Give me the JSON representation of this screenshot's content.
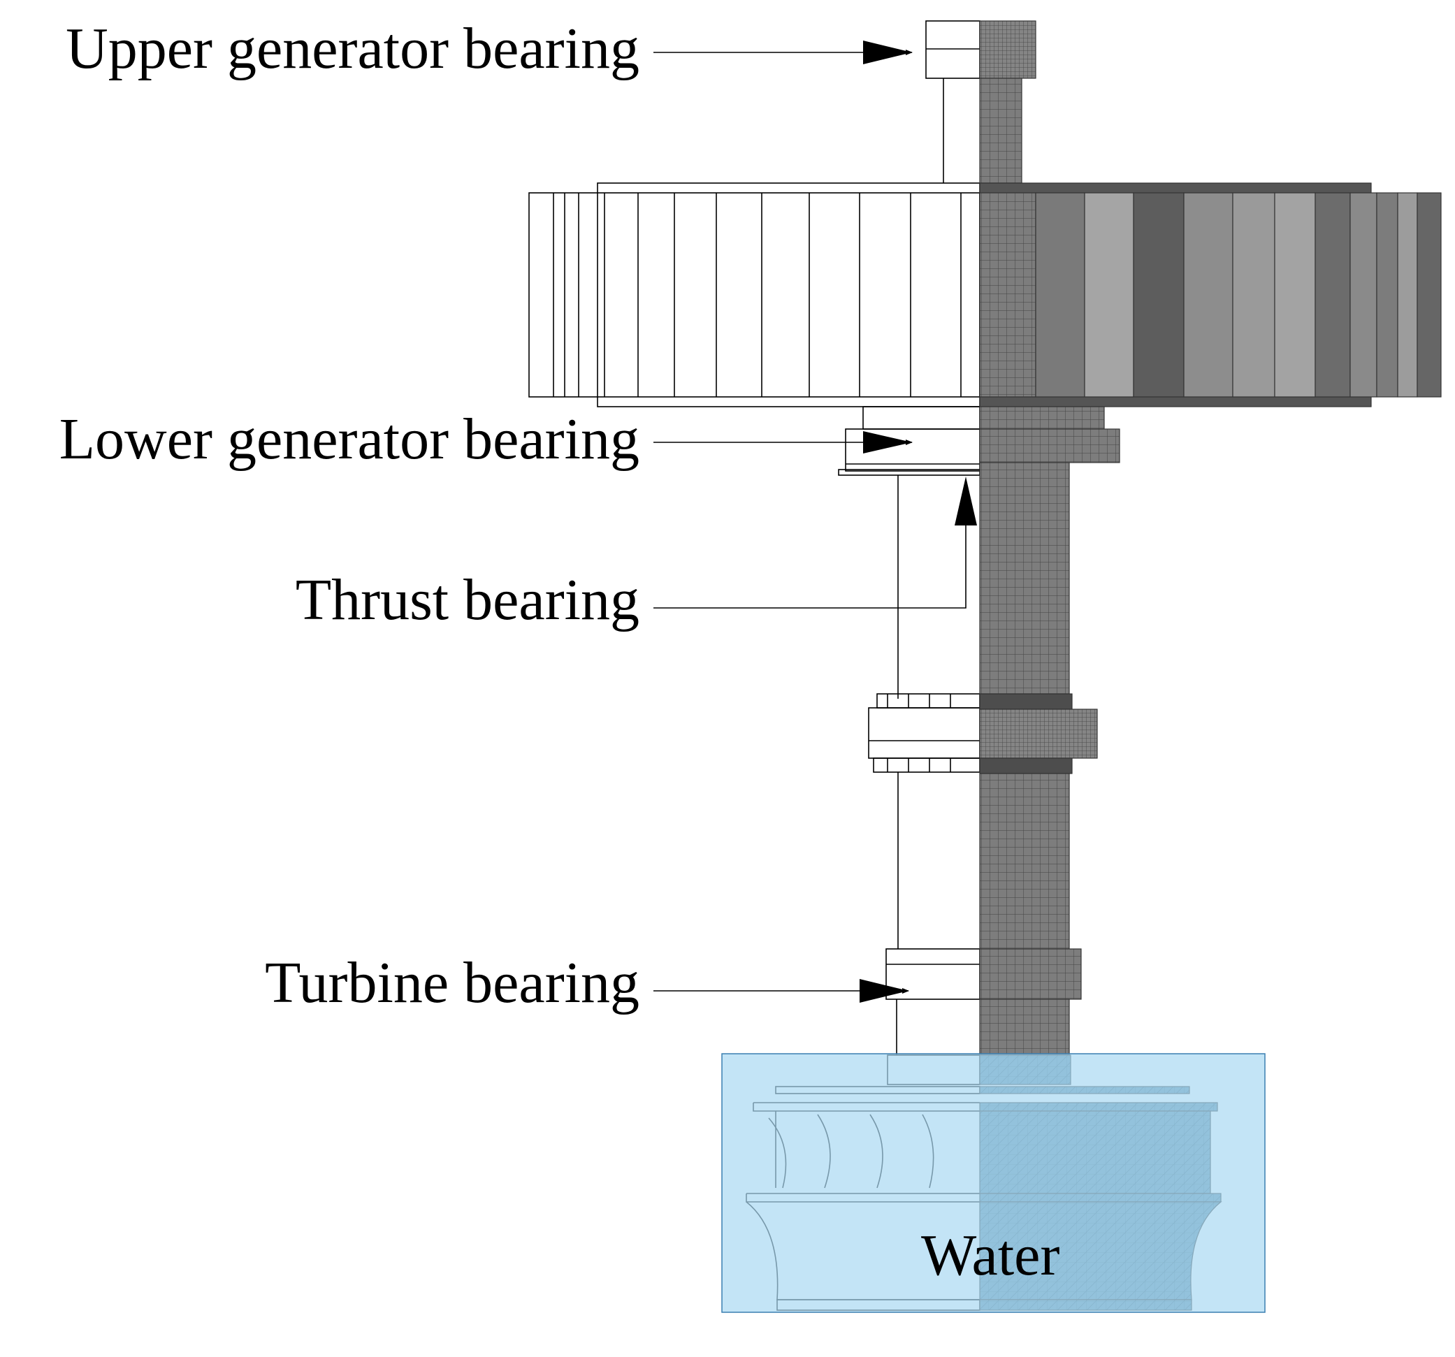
{
  "labels": {
    "upper_generator_bearing": "Upper generator bearing",
    "lower_generator_bearing": "Lower generator bearing",
    "thrust_bearing": "Thrust bearing",
    "turbine_bearing": "Turbine bearing",
    "water": "Water"
  },
  "colors": {
    "outline": "#000000",
    "mesh_dark": "#6e6e6e",
    "mesh_mid": "#8a8a8a",
    "mesh_light": "#b0b0b0",
    "water_fill": "#a9d8f2",
    "water_border": "#3a7fb0"
  }
}
